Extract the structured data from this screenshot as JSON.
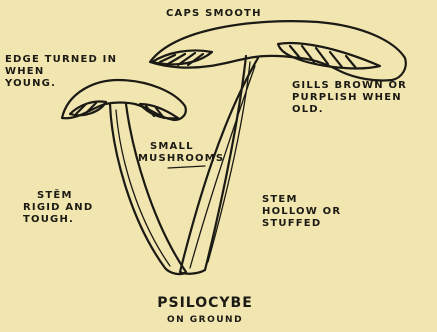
{
  "labels": {
    "caps": "CAPS SMOOTH",
    "edge_line1": "EDGE TURNED IN",
    "edge_line2": "WHEN",
    "edge_line3": "YOUNG.",
    "gills_line1": "GILLS BROWN OR",
    "gills_line2": "PURPLISH WHEN",
    "gills_line3": "OLD.",
    "small_line1": "SMALL",
    "small_line2": "MUSHROOMS",
    "stem_rigid_line1": "STĚM",
    "stem_rigid_line2": "RIGID AND",
    "stem_rigid_line3": "TOUGH.",
    "stem_hollow_line1": "STEM",
    "stem_hollow_line2": "HOLLOW OR",
    "stem_hollow_line3": "STUFFED"
  },
  "title": {
    "name": "PSILOCYBE",
    "habitat": "ON GROUND"
  },
  "colors": {
    "paper": "#f2e6b0",
    "ink": "#1b1a14"
  }
}
